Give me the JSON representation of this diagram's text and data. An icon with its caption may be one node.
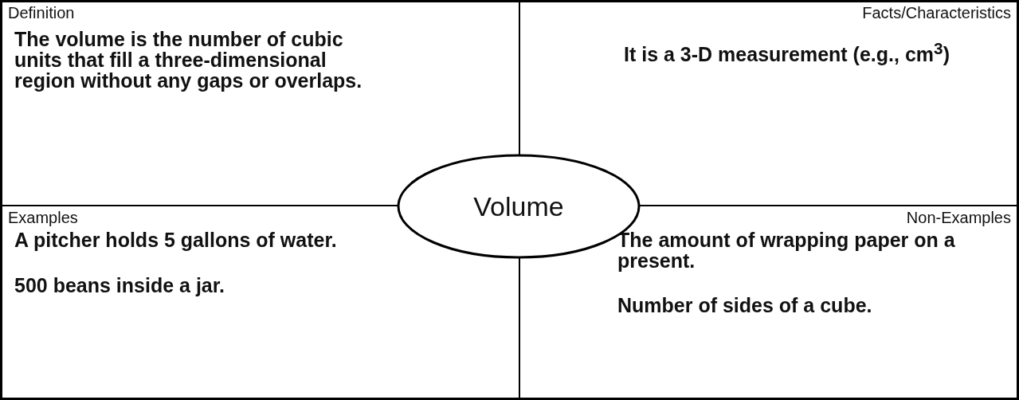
{
  "diagram": {
    "nodes": [
      {
        "text": [
          "Definition",
          "The volume is the number of cubic units that fill a three-dimensional region without any gaps or overlaps."
        ]
      },
      {
        "text": [
          "Facts/Characteristics",
          "It is a 3-D measurement (e.g., cm$^{3}$)"
        ]
      },
      {
        "text": [
          "Volume"
        ]
      },
      {
        "text": [
          "Examples",
          "A pitcher holds 5 gallons of water.",
          "500 beans inside a jar."
        ]
      },
      {
        "text": [
          "Non-Examples",
          "The amount of wrapping paper on a present.",
          "Number of sides of a cube."
        ]
      }
    ]
  }
}
